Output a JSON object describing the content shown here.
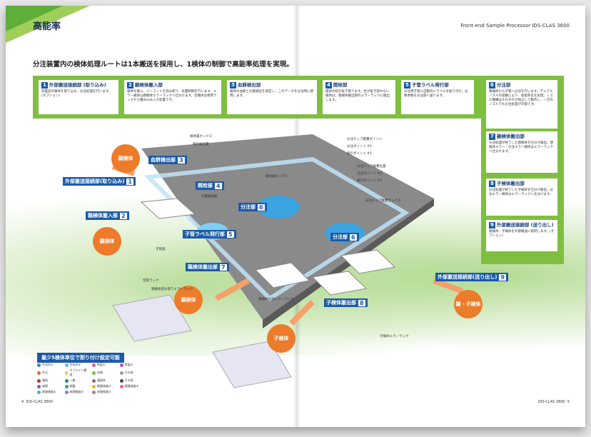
{
  "header": {
    "section_title": "高能率",
    "doc_title": "Front-end Sample Processor IDS-CLAS 3600",
    "lead": "分注装置内の検体処理ルートは1本搬送を採用し、1検体の制御で高能率処理を実現。"
  },
  "steps": [
    {
      "num": "1",
      "label": "外部搬送接続部\n(取り込み)",
      "text": "装置前の検体を取り込み、分注処理を行います。(オプション)"
    },
    {
      "num": "2",
      "label": "親検体搬入部",
      "text": "検体を搬入、バーコードを読み取り、装置制御を行います。エラー検体は親検体エラーラックへ仕分けます。空検体は専用ラックから積み込み入力装置です。"
    },
    {
      "num": "3",
      "label": "血餅検出部",
      "text": "検体の血餅と分量検出を測定し、このデータを分注時に使用します。"
    },
    {
      "num": "4",
      "label": "開栓部",
      "text": "検体の栓を抜き取ります。栓が抜き取れない検体は、親検体搬出部のエラーラックに搬出します。"
    },
    {
      "num": "5",
      "label": "子管ラベル発行部",
      "text": "分注用子管に自動的にラベルを貼り付け、必要本数を分注部へ送ります。"
    },
    {
      "num": "6",
      "label": "分注部",
      "text": "親検体から子管へ分注を行います。デュアルノズルの搭載により、高能率化を実現。ノズル機構はそれぞれが独立して動作し、一方のノズルでも分注処理が可能です。"
    },
    {
      "num": "7",
      "label": "親検体搬出部",
      "text": "分注処理が終了した親検体を仕分け搬出。親検体エラー・分注エラー検体はエラーラックへ仕分けます。"
    },
    {
      "num": "8",
      "label": "子検体搬出部",
      "text": "分注処理が終了した子検体を仕分け搬出。分注エラー検体はエラーラックへ仕分けます。"
    },
    {
      "num": "9",
      "label": "外部搬送接続部\n(送り出し)",
      "text": "親検体／子検体を外部搬送に接続します。(オプション)"
    }
  ],
  "diagram_labels": [
    {
      "num": "1",
      "label": "外部搬送接続部(取り込み)"
    },
    {
      "num": "2",
      "label": "親検体搬入部"
    },
    {
      "num": "3",
      "label": "血餅検出部"
    },
    {
      "num": "4",
      "label": "開栓部"
    },
    {
      "num": "5",
      "label": "子管ラベル発行部"
    },
    {
      "num": "6",
      "label": "分注部"
    },
    {
      "num": "6b",
      "label": "分注部"
    },
    {
      "num": "7",
      "label": "親検体搬出部"
    },
    {
      "num": "8",
      "label": "子検体搬出部"
    },
    {
      "num": "9",
      "label": "外部搬送接続部(送り出し)"
    }
  ],
  "callouts": [
    "検体置ボックス",
    "検体廃位置",
    "分注チップ廃棄ポイント",
    "分注ポイント #1",
    "吸引ポイント #1",
    "分注チップ廃棄位置",
    "分注ポイント #2",
    "吸引ポイント #2",
    "空管ラック",
    "親検体読み取りエラーラック",
    "親検体分注エラーラック",
    "子検体エラーラック",
    "引継搬送部",
    "検体廃ボックス",
    "分注チップ廃棄ボックス",
    "子管部"
  ],
  "circles": {
    "oyakentai": "親検体",
    "kokentai": "子検体",
    "oyako": "親・子検体"
  },
  "legend": {
    "title": "最少5検体単位で割り付け設定可能",
    "items": [
      "生化学①",
      "生化学②",
      "免疫①",
      "免疫②",
      "外注",
      "ギブライン搬送",
      "血液",
      "その他",
      "凝固",
      "一般",
      "凝固系",
      "その他",
      "病理",
      "細菌",
      "細菌検査①",
      "細菌検査②",
      "病理検査①",
      "病理検査②",
      "病理検査③"
    ],
    "colors": [
      "#3b7fd0",
      "#6fb4e8",
      "#e8549a",
      "#b64fc8",
      "#e36c2e",
      "#f0c83c",
      "#66c24a",
      "#9aa0a6",
      "#c0392b",
      "#1f8a7a",
      "#8d6e63",
      "#5d4037",
      "#7e57c2",
      "#26a69a",
      "#ffb300",
      "#f06292",
      "#4db6ac",
      "#9575cd",
      "#a1887f"
    ]
  },
  "footer": {
    "left_page": "4",
    "left_doc": "IDS-CLAS 3600",
    "right_doc": "IDS-CLAS 3600",
    "right_page": "5"
  }
}
